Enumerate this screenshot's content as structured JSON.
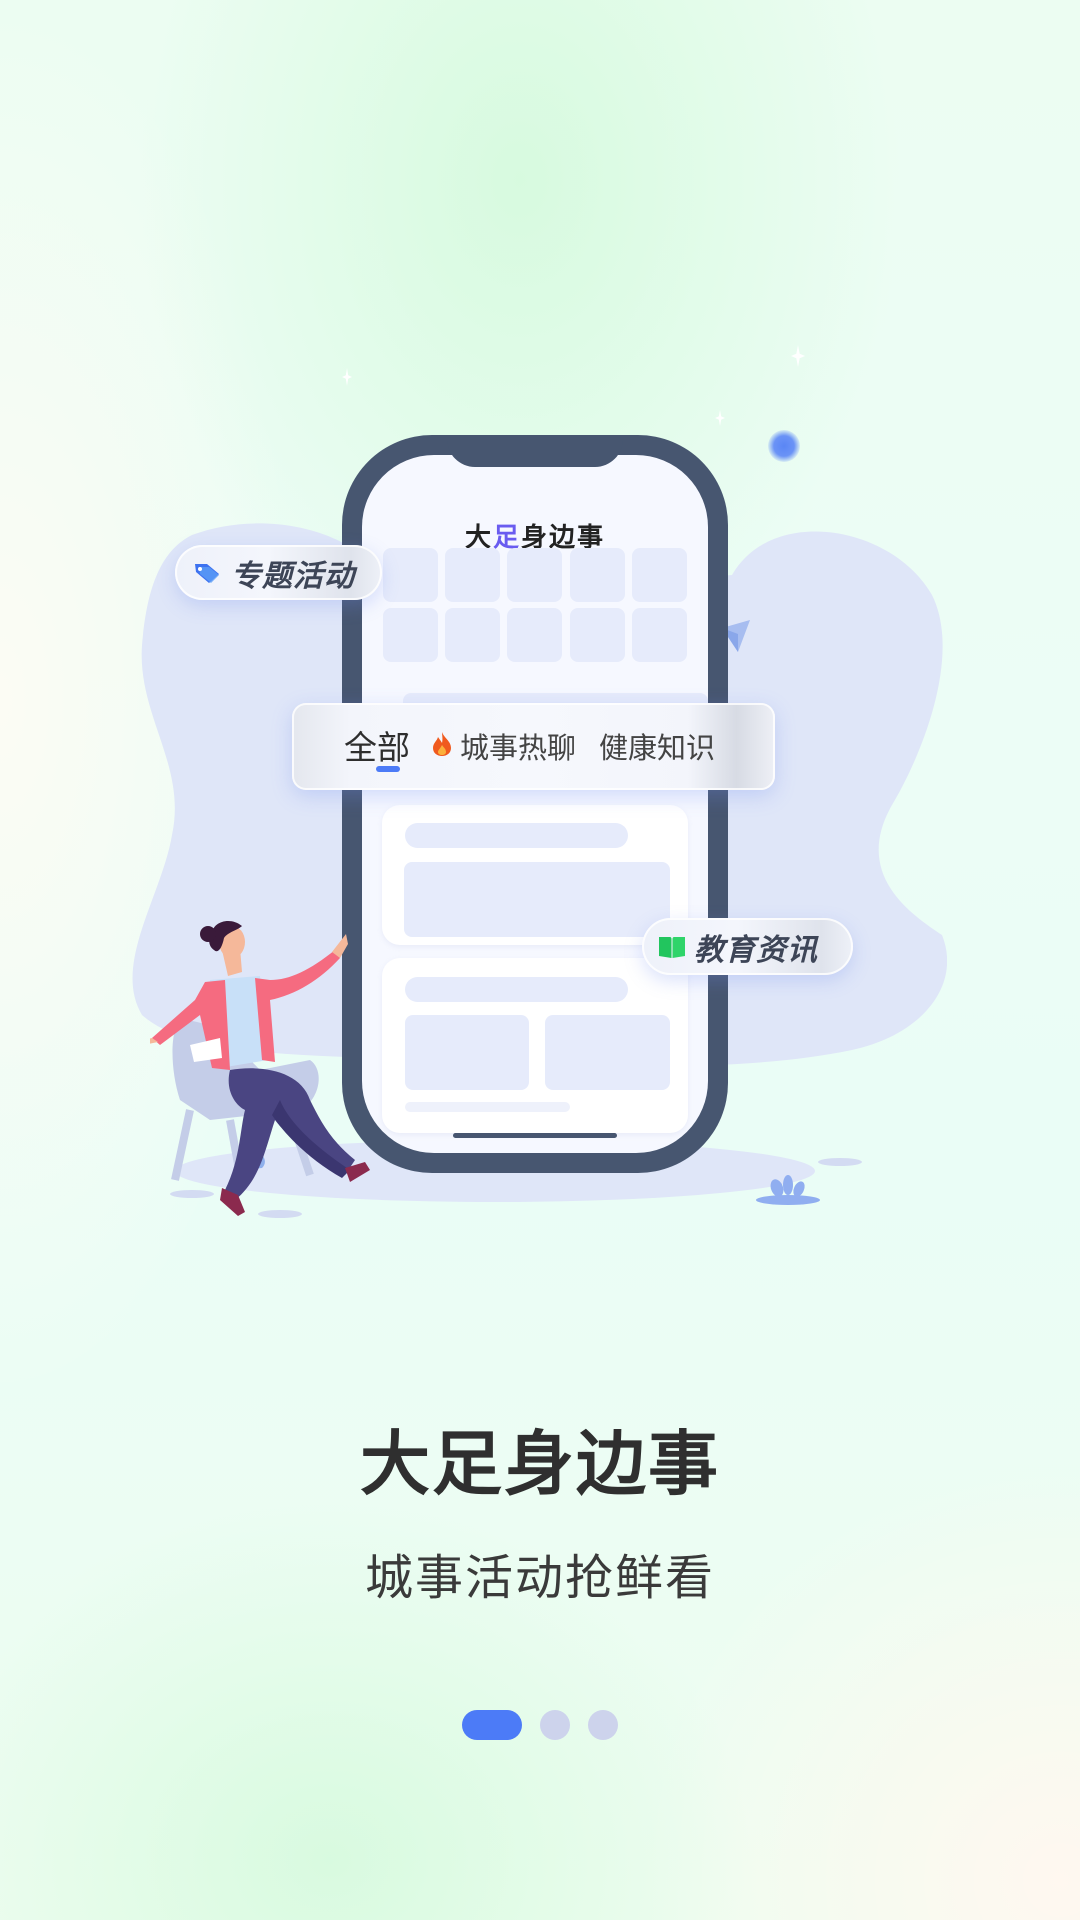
{
  "illustration": {
    "phone_app_title": {
      "part1": "大",
      "part2": "足",
      "part3": "身边事"
    },
    "badge_topic": {
      "label": "专题活动",
      "icon": "price-tag-icon"
    },
    "badge_education": {
      "label": "教育资讯",
      "icon": "open-book-icon"
    },
    "tabs": [
      {
        "label": "全部",
        "active": true
      },
      {
        "label": "城事热聊",
        "icon": "fire-icon",
        "active": false
      },
      {
        "label": "健康知识",
        "active": false
      }
    ]
  },
  "onboarding": {
    "title": "大足身边事",
    "subtitle": "城事活动抢鲜看"
  },
  "pager": {
    "total": 3,
    "current": 1,
    "active_color": "#4c7bf7",
    "inactive_color": "#cdd3ec"
  },
  "colors": {
    "phone_frame": "#475670",
    "placeholder": "#e6ebfb",
    "blob": "#dfe6f8"
  }
}
